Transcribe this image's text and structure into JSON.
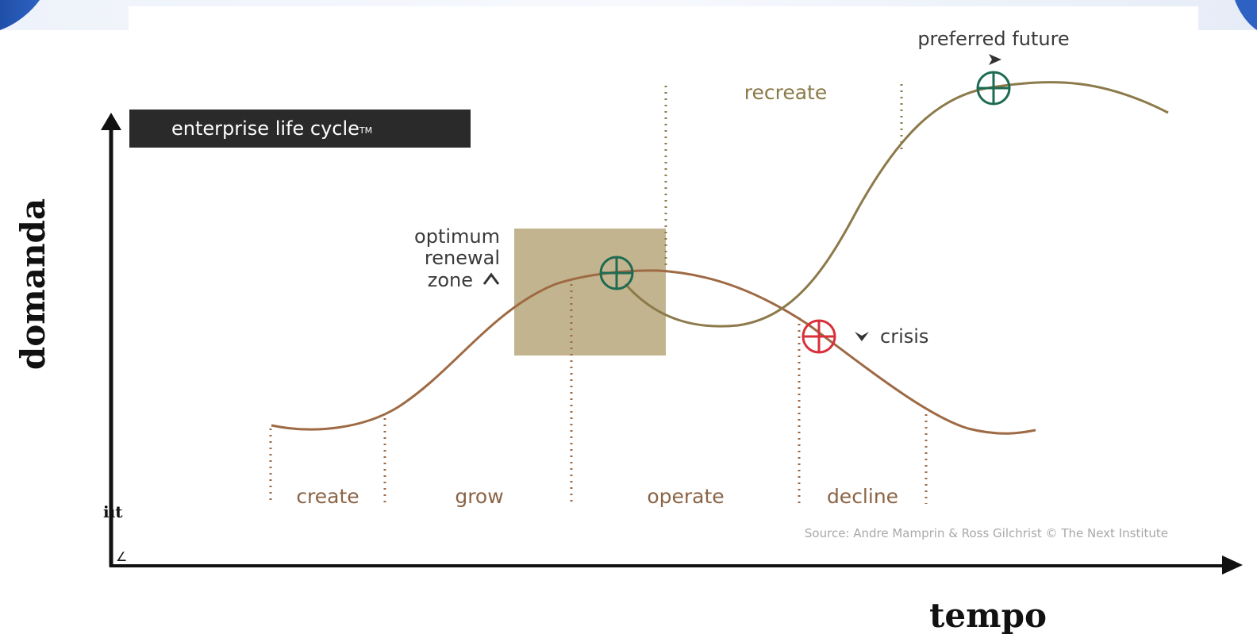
{
  "slide": {
    "accent_color": "#1f4fa8",
    "background": "#ffffff"
  },
  "diagram": {
    "title": "enterprise life cycle",
    "title_mark": "TM",
    "phases": [
      "create",
      "grow",
      "operate",
      "decline"
    ],
    "recreate_label": "recreate",
    "preferred_future_label": "preferred future",
    "crisis_label": "crisis",
    "optimum_zone_label": [
      "optimum",
      "renewal",
      "zone"
    ],
    "source": "Source: Andre Mamprin & Ross Gilchrist © The Next Institute",
    "colors": {
      "main_curve": "#9e6a44",
      "renewal_curve": "#8c7a4a",
      "zone_fill": "#c2b48e",
      "phase_lines": "#9e6a44",
      "target_green": "#1e6b52",
      "target_red": "#d8303a",
      "title_bg": "#2a2a2a"
    }
  },
  "axes": {
    "y_label": "domanda",
    "x_label": "tempo",
    "origin_glyphs": "iıt",
    "origin_corner_glyph": "∠"
  }
}
